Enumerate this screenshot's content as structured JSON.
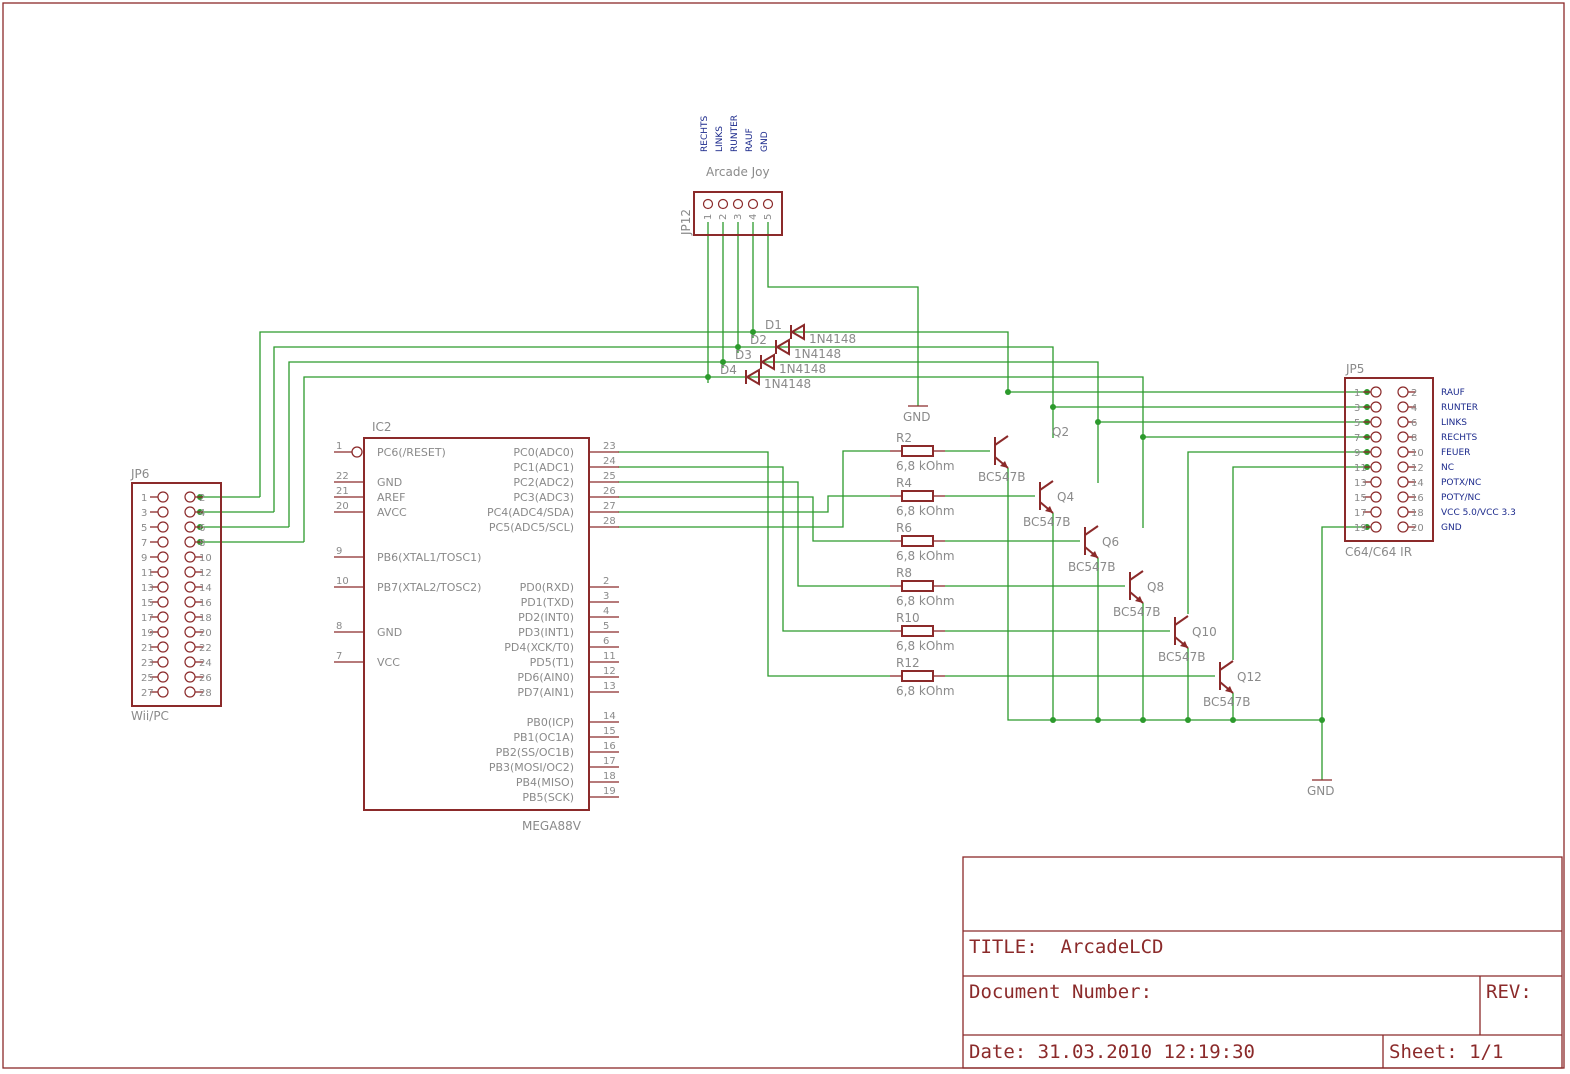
{
  "jp12": {
    "name": "JP12",
    "title": "Arcade Joy",
    "pin_numbers": [
      "1",
      "2",
      "3",
      "4",
      "5"
    ],
    "signals": [
      "RECHTS",
      "LINKS",
      "RUNTER",
      "RAUF",
      "GND"
    ]
  },
  "gnd_labels": [
    "GND",
    "GND"
  ],
  "diodes": [
    {
      "name": "D1",
      "value": "1N4148"
    },
    {
      "name": "D2",
      "value": "1N4148"
    },
    {
      "name": "D3",
      "value": "1N4148"
    },
    {
      "name": "D4",
      "value": "1N4148"
    }
  ],
  "jp6": {
    "name": "JP6",
    "value": "Wii/PC",
    "left_pins": [
      "1",
      "3",
      "5",
      "7",
      "9",
      "11",
      "13",
      "15",
      "17",
      "19",
      "21",
      "23",
      "25",
      "27"
    ],
    "right_pins": [
      "2",
      "4",
      "6",
      "8",
      "10",
      "12",
      "14",
      "16",
      "18",
      "20",
      "22",
      "24",
      "26",
      "28"
    ]
  },
  "ic2": {
    "name": "IC2",
    "value": "MEGA88V",
    "left": [
      {
        "num": "1",
        "label": "PC6(/RESET)"
      },
      {
        "num": "22",
        "label": "GND"
      },
      {
        "num": "21",
        "label": "AREF"
      },
      {
        "num": "20",
        "label": "AVCC"
      },
      {
        "num": "9",
        "label": "PB6(XTAL1/TOSC1)"
      },
      {
        "num": "10",
        "label": "PB7(XTAL2/TOSC2)"
      },
      {
        "num": "8",
        "label": "GND"
      },
      {
        "num": "7",
        "label": "VCC"
      }
    ],
    "right": [
      {
        "num": "23",
        "label": "PC0(ADC0)"
      },
      {
        "num": "24",
        "label": "PC1(ADC1)"
      },
      {
        "num": "25",
        "label": "PC2(ADC2)"
      },
      {
        "num": "26",
        "label": "PC3(ADC3)"
      },
      {
        "num": "27",
        "label": "PC4(ADC4/SDA)"
      },
      {
        "num": "28",
        "label": "PC5(ADC5/SCL)"
      },
      {
        "num": "2",
        "label": "PD0(RXD)"
      },
      {
        "num": "3",
        "label": "PD1(TXD)"
      },
      {
        "num": "4",
        "label": "PD2(INT0)"
      },
      {
        "num": "5",
        "label": "PD3(INT1)"
      },
      {
        "num": "6",
        "label": "PD4(XCK/T0)"
      },
      {
        "num": "11",
        "label": "PD5(T1)"
      },
      {
        "num": "12",
        "label": "PD6(AIN0)"
      },
      {
        "num": "13",
        "label": "PD7(AIN1)"
      },
      {
        "num": "14",
        "label": "PB0(ICP)"
      },
      {
        "num": "15",
        "label": "PB1(OC1A)"
      },
      {
        "num": "16",
        "label": "PB2(SS/OC1B)"
      },
      {
        "num": "17",
        "label": "PB3(MOSI/OC2)"
      },
      {
        "num": "18",
        "label": "PB4(MISO)"
      },
      {
        "num": "19",
        "label": "PB5(SCK)"
      }
    ]
  },
  "resistors": [
    {
      "name": "R2",
      "value": "6,8 kOhm"
    },
    {
      "name": "R4",
      "value": "6,8 kOhm"
    },
    {
      "name": "R6",
      "value": "6,8 kOhm"
    },
    {
      "name": "R8",
      "value": "6,8 kOhm"
    },
    {
      "name": "R10",
      "value": "6,8 kOhm"
    },
    {
      "name": "R12",
      "value": "6,8 kOhm"
    }
  ],
  "transistors": [
    {
      "name": "Q2",
      "value": "BC547B"
    },
    {
      "name": "Q4",
      "value": "BC547B"
    },
    {
      "name": "Q6",
      "value": "BC547B"
    },
    {
      "name": "Q8",
      "value": "BC547B"
    },
    {
      "name": "Q10",
      "value": "BC547B"
    },
    {
      "name": "Q12",
      "value": "BC547B"
    }
  ],
  "jp5": {
    "name": "JP5",
    "value": "C64/C64 IR",
    "left_pins": [
      "1",
      "3",
      "5",
      "7",
      "9",
      "11",
      "13",
      "15",
      "17",
      "19"
    ],
    "right_pins": [
      "2",
      "4",
      "6",
      "8",
      "10",
      "12",
      "14",
      "16",
      "18",
      "20"
    ],
    "signals": [
      "RAUF",
      "RUNTER",
      "LINKS",
      "RECHTS",
      "FEUER",
      "NC",
      "POTX/NC",
      "POTY/NC",
      "VCC 5.0/VCC 3.3",
      "GND"
    ]
  },
  "title_block": {
    "title": "TITLE:  ArcadeLCD",
    "doc_number": "Document Number:",
    "rev": "REV:",
    "date": "Date: 31.03.2010 12:19:30",
    "sheet": "Sheet: 1/1"
  }
}
